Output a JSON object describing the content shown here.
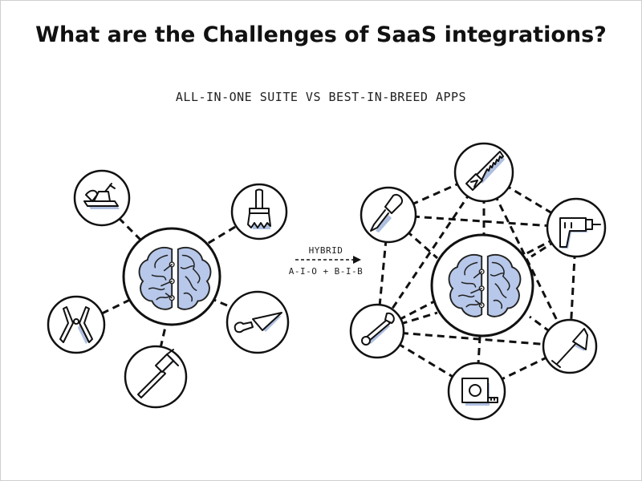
{
  "title": "What are the Challenges of SaaS integrations?",
  "subtitle": "ALL-IN-ONE SUITE VS BEST-IN-BREED APPS",
  "arrow_label_top": "HYBRID",
  "arrow_label_bottom": "A-I-O + B-I-B",
  "colors": {
    "accent": "#b7c8ea",
    "ink": "#111111",
    "background": "#ffffff"
  },
  "left_diagram": {
    "hub_icon": "brain-icon",
    "tools": [
      "plane-icon",
      "paintbrush-icon",
      "trowel-icon",
      "hammer-icon",
      "pliers-icon"
    ]
  },
  "right_diagram": {
    "hub_icon": "brain-icon",
    "tools": [
      "saw-icon",
      "drill-icon",
      "shovel-icon",
      "tape-measure-icon",
      "wrench-icon",
      "screwdriver-icon"
    ]
  }
}
